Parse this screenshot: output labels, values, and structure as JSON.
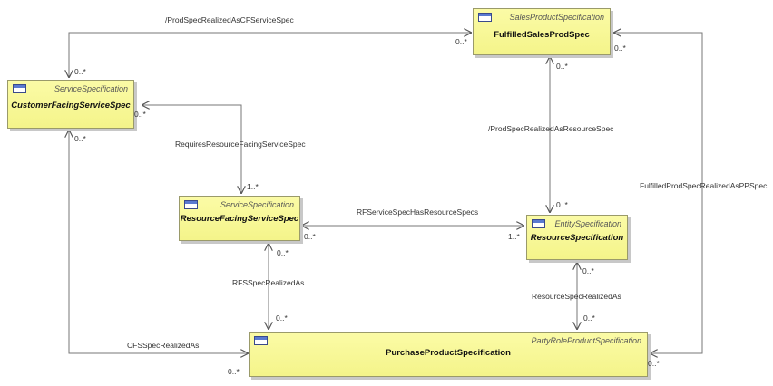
{
  "classes": {
    "sales_product": {
      "stereotype": "SalesProductSpecification",
      "name": "FulfilledSalesProdSpec"
    },
    "customer_facing": {
      "stereotype": "ServiceSpecification",
      "name": "CustomerFacingServiceSpec"
    },
    "resource_facing": {
      "stereotype": "ServiceSpecification",
      "name": "ResourceFacingServiceSpec"
    },
    "resource": {
      "stereotype": "EntitySpecification",
      "name": "ResourceSpecification"
    },
    "purchase_product": {
      "stereotype": "PartyRoleProductSpecification",
      "name": "PurchaseProductSpecification"
    }
  },
  "associations": {
    "prod_spec_cf": "/ProdSpecRealizedAsCFServiceSpec",
    "requires_rfs": "RequiresResourceFacingServiceSpec",
    "prod_spec_resource": "/ProdSpecRealizedAsResourceSpec",
    "fulfilled_pp": "FulfilledProdSpecRealizedAsPPSpec",
    "rf_has_resource": "RFServiceSpecHasResourceSpecs",
    "rfs_realized": "RFSSpecRealizedAs",
    "resource_realized": "ResourceSpecRealizedAs",
    "cfs_realized": "CFSSpecRealizedAs"
  },
  "multiplicities": {
    "cf_top": "0..*",
    "sales_left": "0..*",
    "sales_right": "0..*",
    "sales_bottom": "0..*",
    "cf_right": "0..*",
    "cf_bottom": "0..*",
    "rf_top": "1..*",
    "rf_right": "0..*",
    "rf_bottom": "0..*",
    "res_top": "0..*",
    "res_left": "1..*",
    "res_bottom": "0..*",
    "pp_from_rf": "0..*",
    "pp_from_res": "0..*",
    "pp_left": "0..*",
    "pp_right": "0..*"
  }
}
